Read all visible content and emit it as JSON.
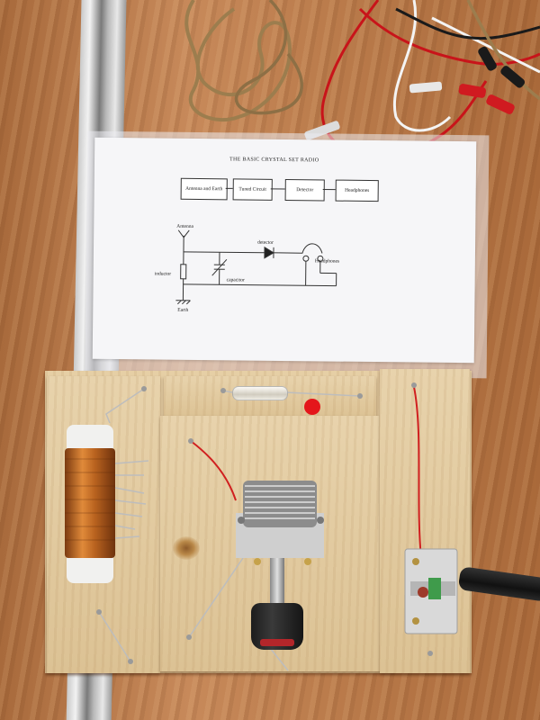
{
  "photo": {
    "subject": "crystal radio kit photograph"
  },
  "sheet": {
    "title": "THE BASIC CRYSTAL SET RADIO",
    "blocks": [
      {
        "label": "Antenna and Earth"
      },
      {
        "label": "Tuned Circuit"
      },
      {
        "label": "Detector"
      },
      {
        "label": "Headphones"
      }
    ],
    "circuit_labels": {
      "antenna": "Antenna",
      "detector": "detector",
      "headphones": "Headphones",
      "inductor": "inductor",
      "capacitor": "capacitor",
      "earth": "Earth"
    }
  },
  "colors": {
    "red_dot": "#e4161b",
    "copper": "#c26a22",
    "wood": "#e3cba0",
    "table": "#b97b4a"
  }
}
